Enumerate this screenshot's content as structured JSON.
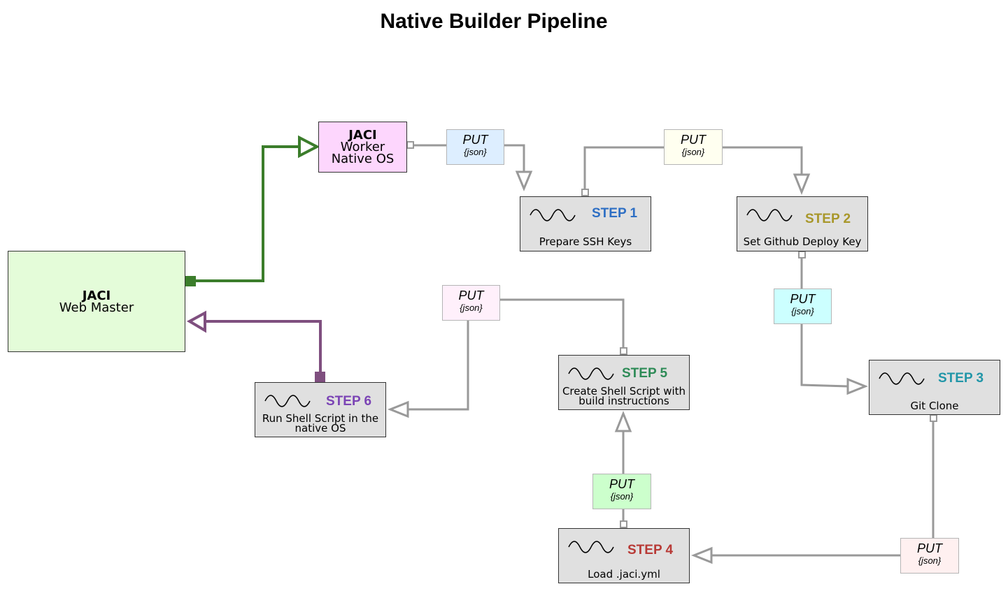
{
  "title": "Native Builder Pipeline",
  "web_master": {
    "name": "JACI",
    "role": "Web Master"
  },
  "worker": {
    "name": "JACI",
    "role": "Worker",
    "os": "Native OS"
  },
  "steps": [
    {
      "label": "STEP 1",
      "desc": [
        "Prepare SSH Keys"
      ],
      "color": "#2e6fc4"
    },
    {
      "label": "STEP 2",
      "desc": [
        "Set Github Deploy Key"
      ],
      "color": "#a8972a"
    },
    {
      "label": "STEP 3",
      "desc": [
        "Git Clone"
      ],
      "color": "#2196a8"
    },
    {
      "label": "STEP 4",
      "desc": [
        "Load .jaci.yml"
      ],
      "color": "#b83a36"
    },
    {
      "label": "STEP 5",
      "desc": [
        "Create Shell Script with",
        "build instructions"
      ],
      "color": "#2e8b57"
    },
    {
      "label": "STEP 6",
      "desc": [
        "Run Shell Script in the",
        "native OS"
      ],
      "color": "#7b44b5"
    }
  ],
  "messages": [
    {
      "verb": "PUT",
      "payload": "{json}",
      "color": "#ddeeff"
    },
    {
      "verb": "PUT",
      "payload": "{json}",
      "color": "#fffff0"
    },
    {
      "verb": "PUT",
      "payload": "{json}",
      "color": "#ccffff"
    },
    {
      "verb": "PUT",
      "payload": "{json}",
      "color": "#fff0f0"
    },
    {
      "verb": "PUT",
      "payload": "{json}",
      "color": "#ccffcc"
    },
    {
      "verb": "PUT",
      "payload": "{json}",
      "color": "#fff0fb"
    }
  ],
  "colors": {
    "web_master_fill": "#e4fcd9",
    "worker_fill": "#fdd6fd",
    "step_fill": "#e0e0e0",
    "dispatch_connector": "#3b7d2b",
    "result_connector": "#7f4f7f",
    "pipeline_connector": "#999999"
  }
}
